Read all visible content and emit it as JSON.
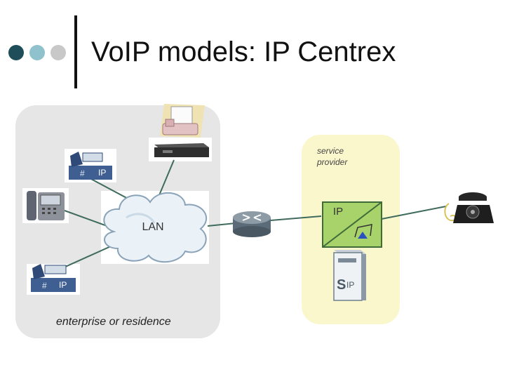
{
  "slide": {
    "title": "VoIP models: IP Centrex",
    "bullet_colors": [
      "#1f4e5a",
      "#8fc2cc",
      "#c8c8c8"
    ]
  },
  "enterprise": {
    "caption": "enterprise or residence",
    "lan_label": "LAN",
    "phone_label": "IP"
  },
  "provider": {
    "caption": "service provider",
    "gateway_label": "IP",
    "server_label": "SIP"
  },
  "colors": {
    "enterprise_bg": "#e6e6e6",
    "provider_bg": "#fbf7cc",
    "gateway_green": "#a8d36a",
    "link_line": "#3f6b5c"
  }
}
